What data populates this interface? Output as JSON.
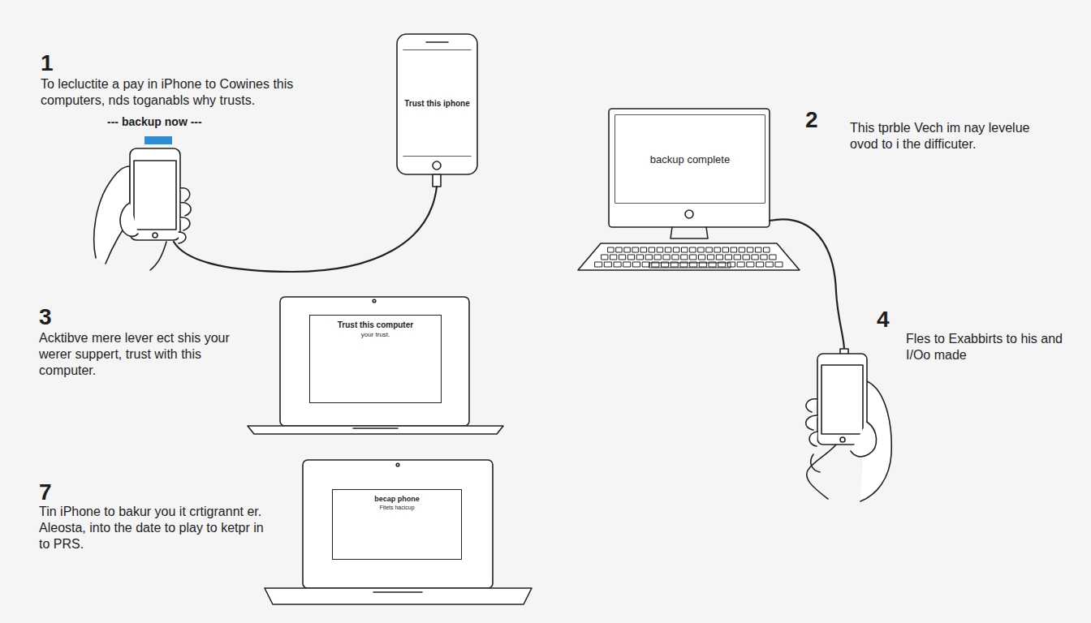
{
  "diagram": {
    "nodes": [
      {
        "text": [
          "Trust this iphone"
        ]
      },
      {
        "text": [
          "backup complete"
        ]
      },
      {
        "text": [
          "Trust this computer",
          "your trust."
        ]
      },
      {
        "text": [
          "becap phone",
          "Fitets hacicup"
        ]
      }
    ],
    "labels": [
      "1",
      "To lecluctite a pay in iPhone to Cowines this computers, nds toganabls why trusts.",
      "--- backup now ---",
      "2",
      "This tprble Vech im nay levelue ovod to i the difficuter.",
      "3",
      "Acktibve mere lever ect shis your werer suppert, trust with this computer.",
      "4",
      "Fles to Exabbirts to his and I/Oo made",
      "7",
      "Tin iPhone to bakur you it crtigrannt er. Aleosta, into the date to play to ketpr in to PRS."
    ]
  }
}
